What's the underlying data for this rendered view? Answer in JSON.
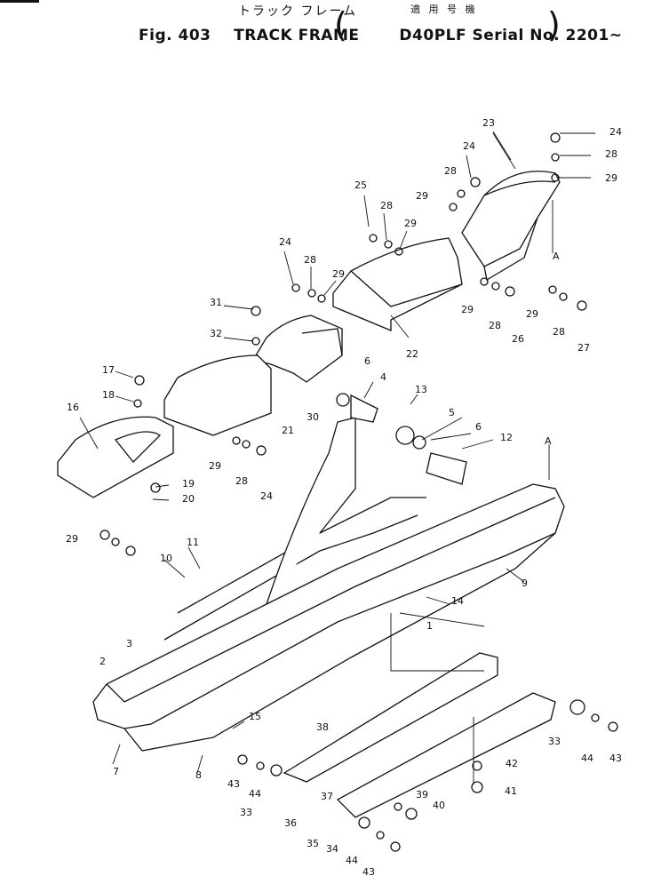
{
  "header": {
    "japanese_title": "トラック フレーム",
    "japanese_applicability": "適 用 号 機",
    "figure_label": "Fig. 403",
    "title": "TRACK FRAME",
    "serial_spec": "D40PLF Serial No. 2201~",
    "paren_open": "(",
    "paren_close": ")"
  },
  "callouts": [
    "1",
    "2",
    "3",
    "4",
    "5",
    "6",
    "6",
    "7",
    "8",
    "9",
    "10",
    "11",
    "12",
    "13",
    "14",
    "15",
    "16",
    "17",
    "18",
    "19",
    "20",
    "21",
    "22",
    "23",
    "24",
    "24",
    "24",
    "24",
    "25",
    "26",
    "27",
    "28",
    "28",
    "28",
    "28",
    "28",
    "28",
    "28",
    "29",
    "29",
    "29",
    "29",
    "29",
    "29",
    "29",
    "29",
    "30",
    "31",
    "32",
    "33",
    "33",
    "34",
    "35",
    "36",
    "37",
    "38",
    "39",
    "40",
    "41",
    "42",
    "43",
    "43",
    "43",
    "44",
    "44",
    "44"
  ],
  "markers": {
    "arrow_a_top": "A",
    "arrow_a_right": "A"
  }
}
